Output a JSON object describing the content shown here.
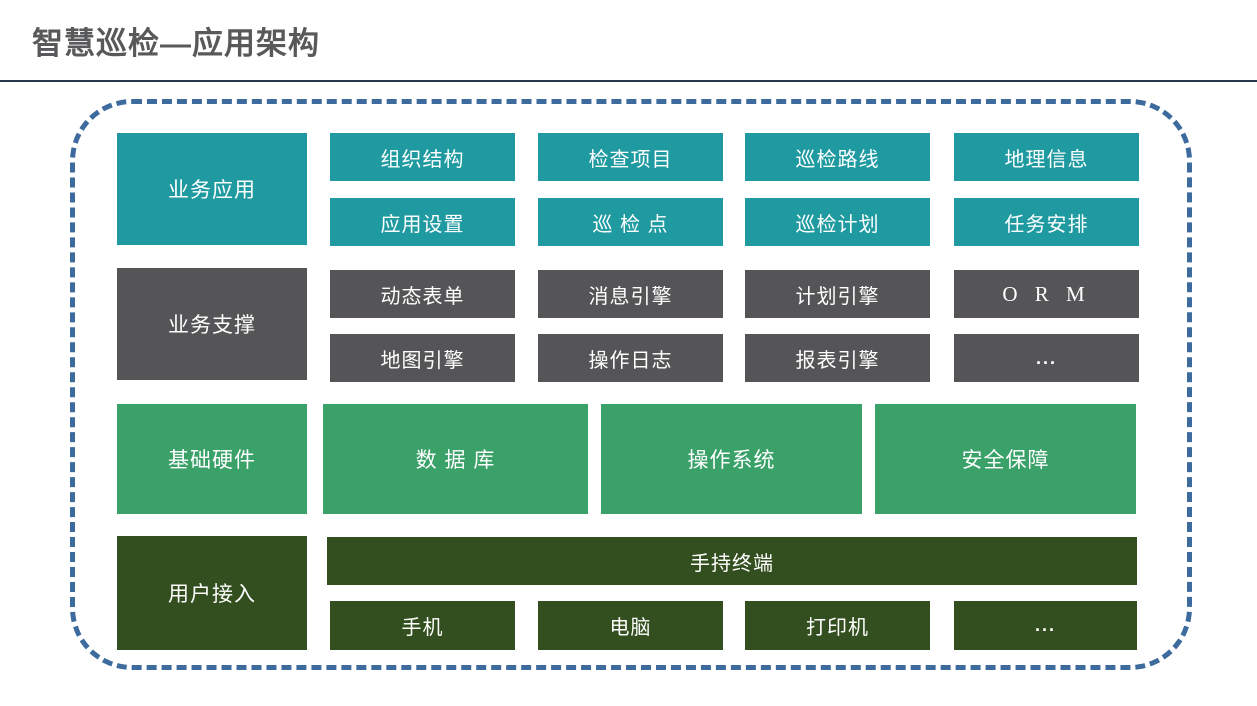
{
  "page": {
    "title": "智慧巡检—应用架构"
  },
  "colors": {
    "teal": "#1F9AA1",
    "gray": "#555557",
    "green": "#3AA169",
    "dark_green": "#334F1F",
    "frame_dash_blue": "#3D6B9E",
    "title_text": "#58595B",
    "divider": "#25384D",
    "box_text": "#FFFFFF"
  },
  "layers": {
    "business_application": {
      "label": "业务应用",
      "top": [
        "组织结构",
        "检查项目",
        "巡检路线",
        "地理信息"
      ],
      "bottom": [
        "应用设置",
        "巡 检 点",
        "巡检计划",
        "任务安排"
      ]
    },
    "business_support": {
      "label": "业务支撑",
      "top": [
        "动态表单",
        "消息引擎",
        "计划引擎",
        "O R M"
      ],
      "bottom": [
        "地图引擎",
        "操作日志",
        "报表引擎",
        "..."
      ]
    },
    "basic_hardware": {
      "label": "基础硬件",
      "items": [
        "数 据 库",
        "操作系统",
        "安全保障"
      ]
    },
    "user_access": {
      "label": "用户接入",
      "wide": "手持终端",
      "items": [
        "手机",
        "电脑",
        "打印机",
        "..."
      ]
    }
  }
}
